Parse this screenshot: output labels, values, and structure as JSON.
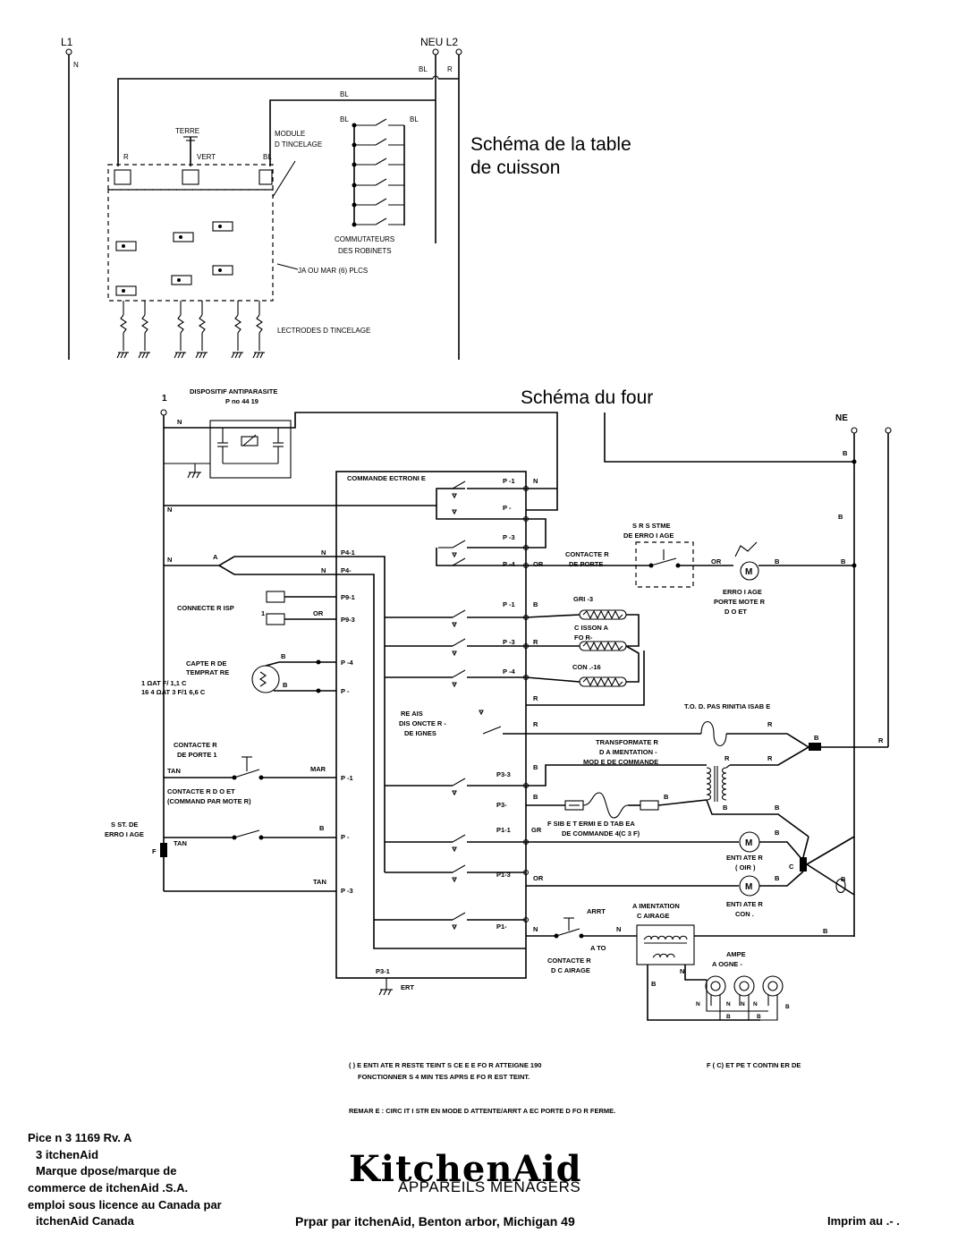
{
  "cooktop": {
    "title_line1": "Schéma de la table",
    "title_line2": "de cuisson",
    "labels": {
      "l1": "L1",
      "n": "N",
      "neu_l2": "NEU  L2",
      "bl": "BL",
      "r": "R",
      "terre": "TERRE",
      "vert": "VERT",
      "module": "MODULE",
      "d_tincelage": "D  TINCELAGE",
      "commutateurs": "COMMUTATEURS",
      "des_robinets": "DES ROBINETS",
      "ja_ou_mar": "JA  OU MAR   (6) PLCS",
      "electrodes": "LECTRODES D  TINCELAGE"
    }
  },
  "oven": {
    "title": "Schéma du four",
    "labels": {
      "one": "1",
      "n": "N",
      "ne": "NE",
      "b": "B",
      "a": "A",
      "r": "R",
      "or": "OR",
      "mar": "MAR",
      "tan": "TAN",
      "gr": "GR",
      "c": "C",
      "f": "F",
      "m": "M",
      "dispositif": "DISPOSITIF ANTIPARASITE",
      "p_no": "P  no 44    19",
      "commande": "COMMANDE   ECTRONI   E",
      "connecteur": "CONNECTE  R   ISP",
      "capteur1": "CAPTE  R DE",
      "capteur2": "TEMPRAT  RE",
      "capteur3": "1      ΩAT      F/ 1,1  C",
      "capteur4": "16  4  ΩAT 3      F/1  6,6  C",
      "contacteur_porte1_a": "CONTACTE  R",
      "contacteur_porte1_b": "DE PORTE 1",
      "contacteur_verrou_a": "CONTACTE  R D     O     ET",
      "contacteur_verrou_b": "(COMMAND  PAR MOTE   R)",
      "sst_a": "S  ST. DE",
      "sst_b": "ERRO  I   AGE",
      "p1": "P  -1",
      "p2": "P  -",
      "p3": "P  -3",
      "p4": "P  -4",
      "p4_1": "P4-1",
      "p4_2": "P4-",
      "p9_1": "P9-1",
      "p9_3": "P9-3",
      "p3_3": "P3-3",
      "p3_x": "P3-",
      "p1_1": "P1-1",
      "p1_3": "P1-3",
      "p1_x": "P1-",
      "p3_1": "P3-1",
      "ert": "ERT",
      "relais1": "RE  AIS",
      "relais2": "DIS  ONCTE  R -",
      "relais3": "DE      IGNES",
      "sys1": "S  R S  STME",
      "sys2": "DE  ERRO  I   AGE",
      "contact_porte_a": "CONTACTE  R",
      "contact_porte_b": "DE PORTE",
      "verrou1": "ERRO  I   AGE",
      "verrou2": "PORTE MOTE  R",
      "verrou3": "D    O    ET",
      "gril": "GRI   -3",
      "cuisson1": "C  ISSON A",
      "cuisson2": "FO  R-",
      "conv": "CON  .-16",
      "tod": "T.O. D.  PAS RINITIA  ISAB  E",
      "transfo1": "TRANSFORMATE  R",
      "transfo2": "D  A  IMENTATION -",
      "transfo3": "MOD    E DE COMMANDE",
      "fusible1": "F  SIB  E T  ERMI    E D   TAB  EA",
      "fusible2": "DE COMMANDE         4(C 3        F)",
      "vent1_a": "ENTI  ATE  R",
      "vent1_b": "(  OIR   )",
      "vent2_a": "ENTI  ATE  R",
      "vent2_b": "CON   .",
      "arret": "ARRT",
      "alim1": "A  IMENTATION",
      "alim2": "C  AIRAGE",
      "auto": "A  TO",
      "contact_ecl1": "CONTACTE  R",
      "contact_ecl2": "D C  AIRAGE",
      "lampe1": "AMPE",
      "lampe2": "A  OGNE -",
      "note1": "(   )  E   ENTI  ATE  R RESTE TEINT    S      CE      E  E FO  R ATTEIGNE 190",
      "note1b": "F  (        C) ET PE   T CONTIN   ER DE",
      "note2": "FONCTIONNER    S     4   MIN  TES APRS       E  FO  R EST TEINT.",
      "remarque": "REMAR     E : CIRC   IT I      STR EN MODE D ATTENTE/ARRT A  EC PORTE D   FO  R FERME."
    }
  },
  "footer": {
    "part_number": "Pice n      3   1169 Rv. A",
    "copyright": "3   itchenAid",
    "trademark1": "Marque dpose/marque de",
    "trademark2": "commerce de   itchenAid   .S.A.",
    "trademark3": "emploi sous licence au Canada par",
    "trademark4": "itchenAid Canada",
    "prepared": "Prpar par   itchenAid, Benton    arbor, Michigan 49",
    "printed": "Imprim au   .-   .",
    "logo": "KitchenAid",
    "logo_sub": "APPAREILS MÉNAGERS"
  }
}
